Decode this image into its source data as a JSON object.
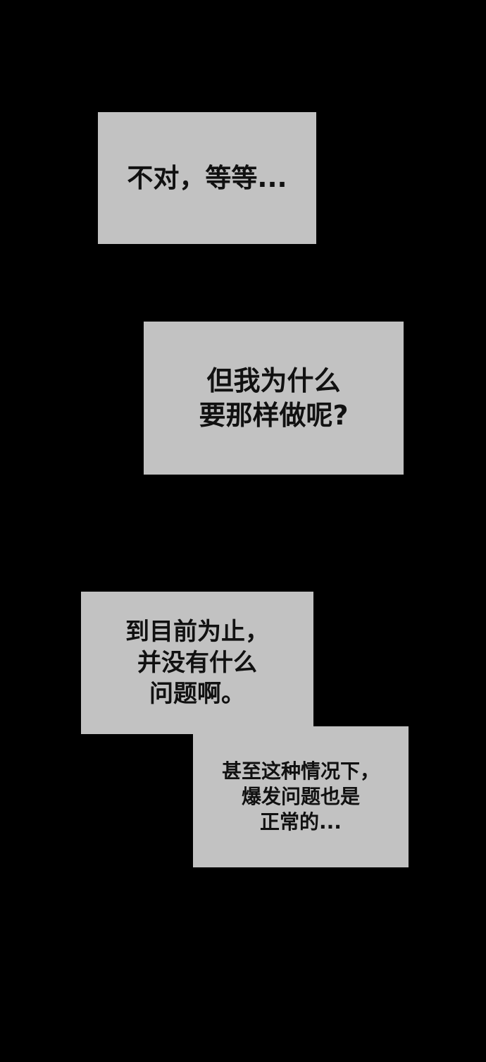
{
  "page": {
    "type": "webtoon-comic-panel",
    "background_color": "#000000",
    "box_fill_color": "#c2c2c2",
    "text_color": "#111111"
  },
  "panels": [
    {
      "id": "monologue-box-1",
      "lines": [
        "不对，等等..."
      ]
    },
    {
      "id": "monologue-box-2",
      "lines": [
        "但我为什么",
        "要那样做呢?"
      ]
    },
    {
      "id": "monologue-box-3",
      "lines": [
        "到目前为止，",
        "并没有什么",
        "问题啊。"
      ]
    },
    {
      "id": "monologue-box-4",
      "lines": [
        "甚至这种情况下，",
        "爆发问题也是",
        "正常的..."
      ]
    }
  ]
}
